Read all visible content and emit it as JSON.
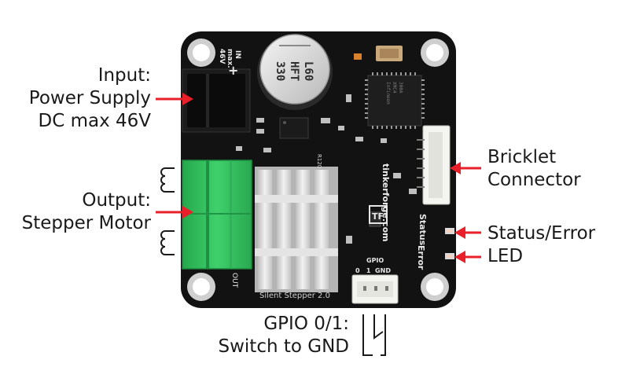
{
  "callouts": {
    "input": [
      "Input:",
      "Power Supply",
      "DC max 46V"
    ],
    "output": [
      "Output:",
      "Stepper Motor"
    ],
    "bricklet": [
      "Bricklet",
      "Connector"
    ],
    "status": [
      "Status/Error",
      "LED"
    ],
    "gpio": [
      "GPIO 0/1:",
      "Switch to GND"
    ]
  },
  "board": {
    "capacitor_text": [
      "330",
      "HFT",
      "L60"
    ],
    "power_marking": [
      "IN",
      "max.",
      "46V"
    ],
    "plus_sign": "+",
    "chip_text": [
      "Infineon",
      "XMC4",
      "300A"
    ],
    "brand_text": "tinkerforge.com",
    "model_text": "Silent Stepper 2.0",
    "status_label": "Status",
    "error_label": "Error",
    "gpio_label": "GPIO",
    "gpio_pins": "0   1  GND",
    "out_label": "OUT",
    "resistor_label": "R120",
    "logo_text": "TF"
  },
  "colors": {
    "pcb": "#121212",
    "terminal_green": "#2fbf5a",
    "heatsink": "#d9d9d9",
    "arrow_red": "#e8202a",
    "connector_white": "#f4f4f0"
  }
}
